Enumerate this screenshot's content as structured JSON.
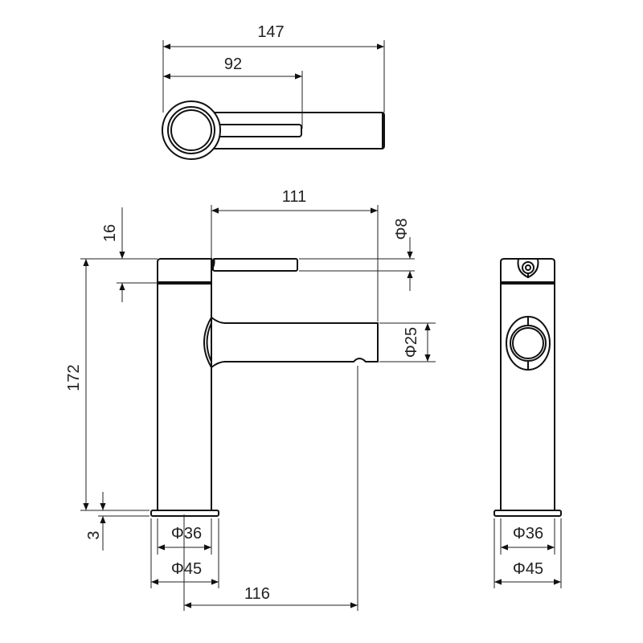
{
  "colors": {
    "outline": "#111111",
    "dimension": "#222222",
    "background": "#ffffff"
  },
  "top_view": {
    "overall_length": "147",
    "lever_length": "92"
  },
  "side_view": {
    "spout_reach_top": "111",
    "lever_diameter": "Φ8",
    "cap_height": "16",
    "spout_diameter": "Φ25",
    "body_height": "172",
    "base_plate_thickness": "3",
    "body_diameter": "Φ36",
    "base_diameter": "Φ45",
    "spout_reach_from_center": "116"
  },
  "front_view": {
    "body_diameter": "Φ36",
    "base_diameter": "Φ45"
  }
}
